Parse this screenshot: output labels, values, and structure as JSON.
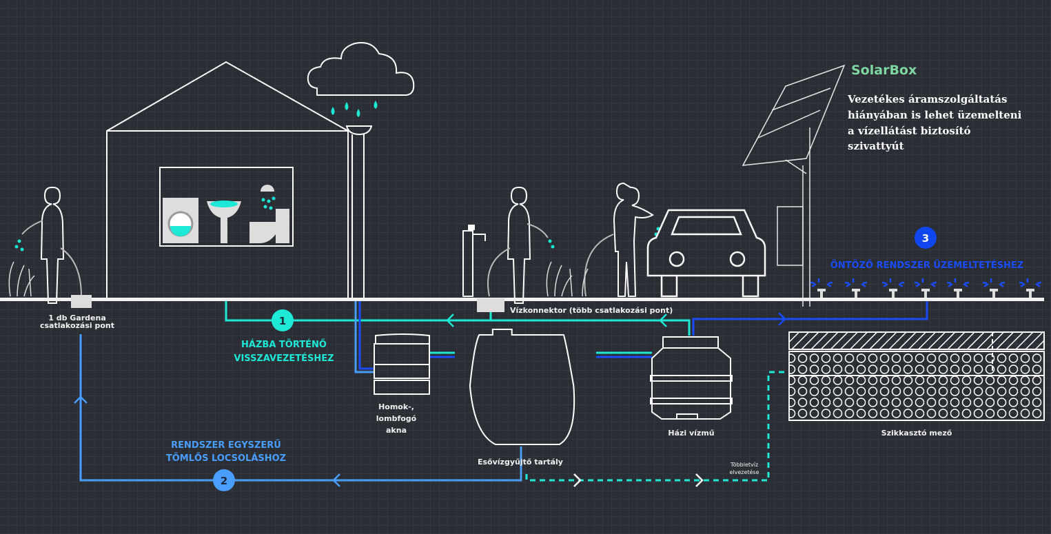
{
  "colors": {
    "background": "#2a2d33",
    "house_return": "#1de9d6",
    "hose": "#4a9eff",
    "irrigation": "#1a4cff",
    "solarbox": "#7fd6a0",
    "line": "#ffffff"
  },
  "labels": {
    "gardena": [
      "1 db Gardena",
      "csatlakozási pont"
    ],
    "vizkonnektor": "Vízkonnektor (több csatlakozási pont)",
    "homok": [
      "Homok-,",
      "lombfogó",
      "akna"
    ],
    "tartaly": "Esővízgyűjtő tartály",
    "vizmu": "Házi vízmű",
    "szikkaszto": "Szikkasztó mező",
    "tobbletviz": [
      "Többletvíz",
      "elvezetése"
    ]
  },
  "systems": [
    {
      "number": "1",
      "caption": [
        "HÁZBA TÖRTÉNŐ",
        "VISSZAVEZETÉSHEZ"
      ]
    },
    {
      "number": "2",
      "caption": [
        "RENDSZER EGYSZERŰ",
        "TÖMLŐS LOCSOLÁSHOZ"
      ]
    },
    {
      "number": "3",
      "caption": [
        "ÖNTÖZŐ RENDSZER ÜZEMELTETÉSHEZ"
      ]
    }
  ],
  "solarbox": {
    "title": "SolarBox",
    "text": [
      "Vezetékes áramszolgáltatás",
      "hiányában is lehet üzemelteni",
      "a vízellátást biztosító",
      "szivattyút"
    ]
  }
}
